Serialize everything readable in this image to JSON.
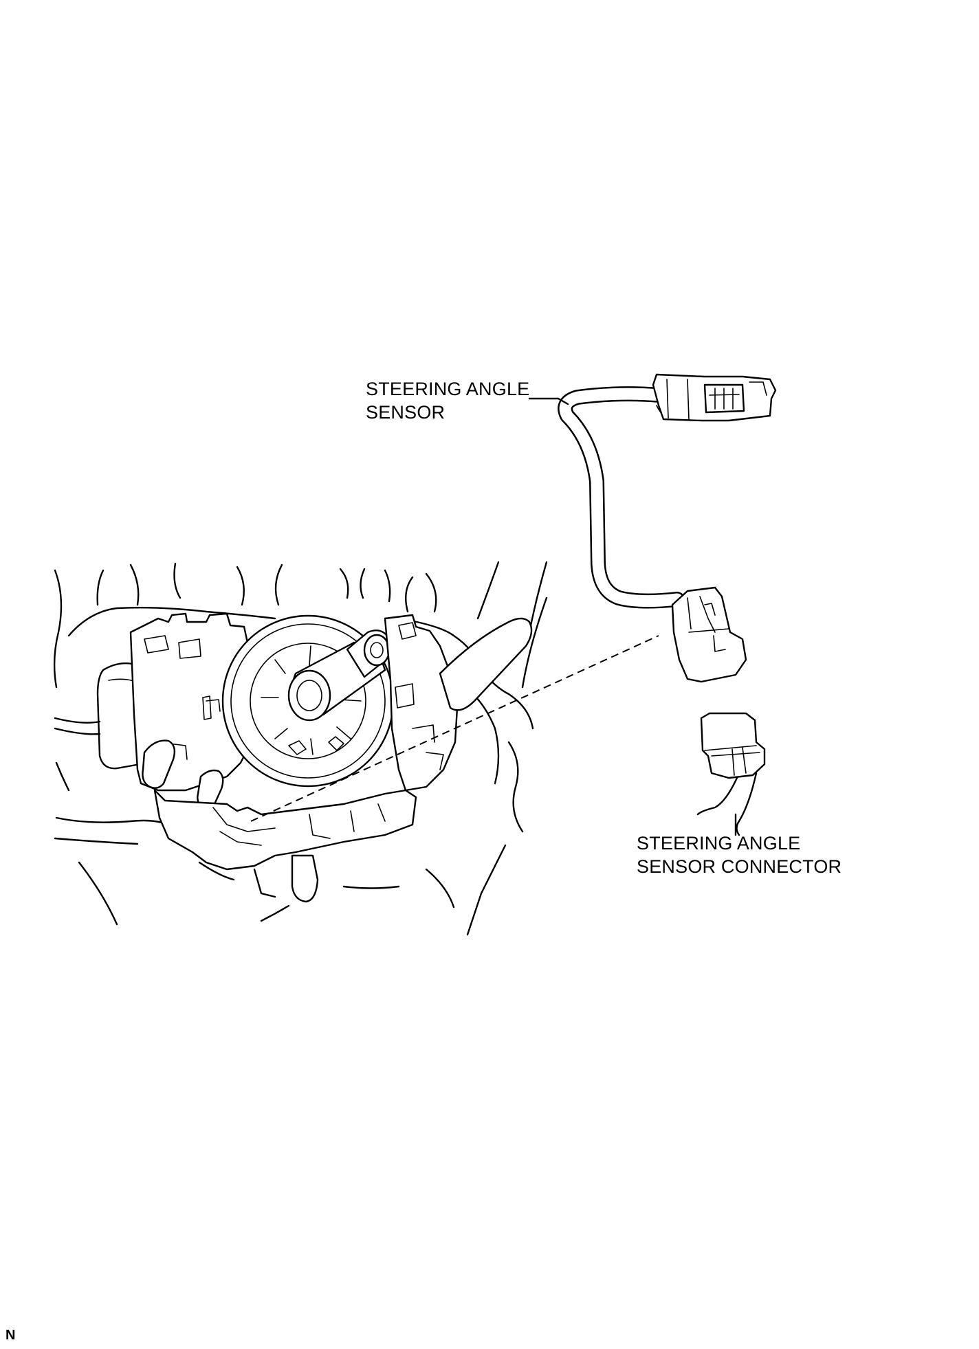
{
  "labels": {
    "steering_angle_sensor": [
      "STEERING ANGLE",
      "SENSOR"
    ],
    "steering_angle_sensor_connector": [
      "STEERING ANGLE",
      "SENSOR CONNECTOR"
    ]
  },
  "figure_code": "N"
}
